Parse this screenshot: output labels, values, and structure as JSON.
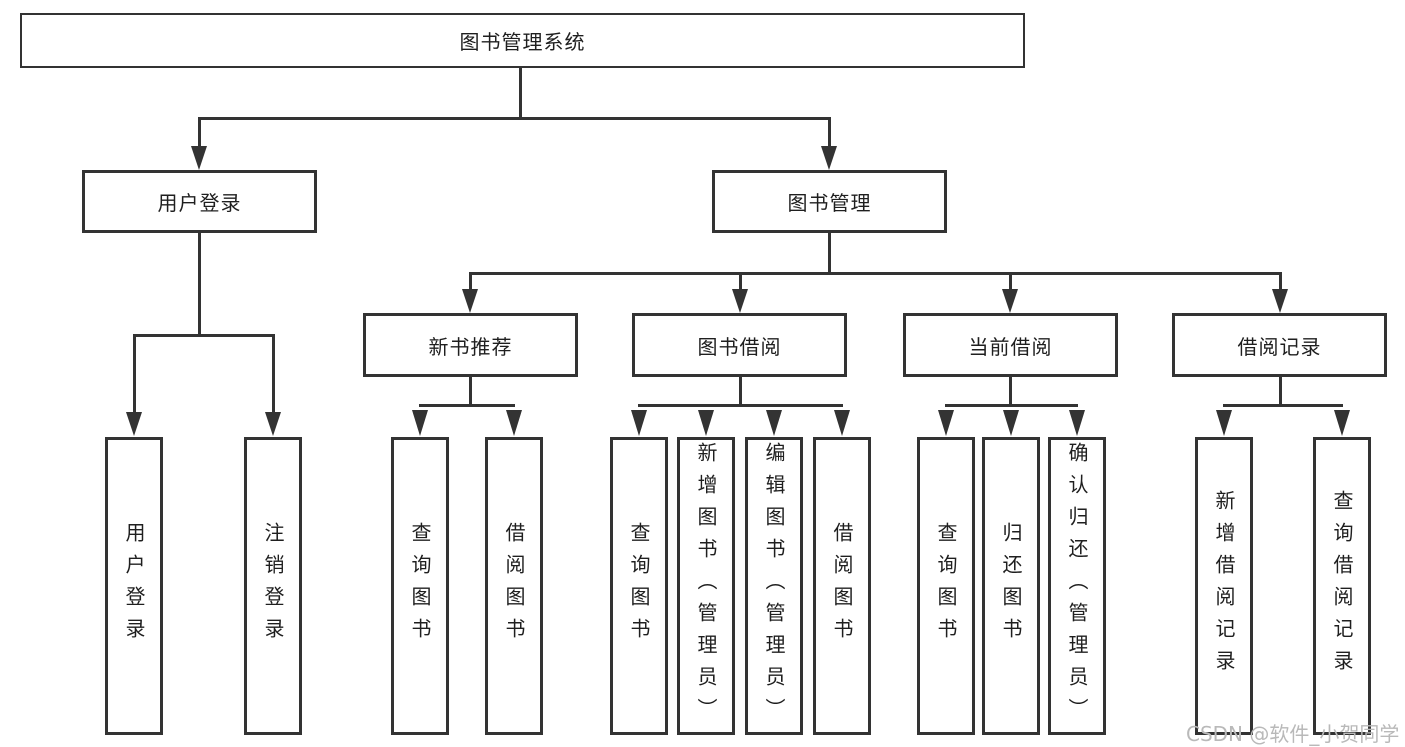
{
  "colors": {
    "line": "#333333",
    "text": "#1f1f1f",
    "watermark": "#b9b9b9",
    "background": "#ffffff"
  },
  "watermark": {
    "text": "CSDN @软件_小贺同学"
  },
  "tree": {
    "root": {
      "label": "图书管理系统"
    },
    "children": [
      {
        "label": "用户登录",
        "children": [
          {
            "label": "用户登录"
          },
          {
            "label": "注销登录"
          }
        ]
      },
      {
        "label": "图书管理",
        "children": [
          {
            "label": "新书推荐",
            "children": [
              {
                "label": "查询图书"
              },
              {
                "label": "借阅图书"
              }
            ]
          },
          {
            "label": "图书借阅",
            "children": [
              {
                "label": "查询图书"
              },
              {
                "label": "新增图书（管理员）"
              },
              {
                "label": "编辑图书（管理员）"
              },
              {
                "label": "借阅图书"
              }
            ]
          },
          {
            "label": "当前借阅",
            "children": [
              {
                "label": "查询图书"
              },
              {
                "label": "归还图书"
              },
              {
                "label": "确认归还（管理员）"
              }
            ]
          },
          {
            "label": "借阅记录",
            "children": [
              {
                "label": "新增借阅记录"
              },
              {
                "label": "查询借阅记录"
              }
            ]
          }
        ]
      }
    ]
  }
}
